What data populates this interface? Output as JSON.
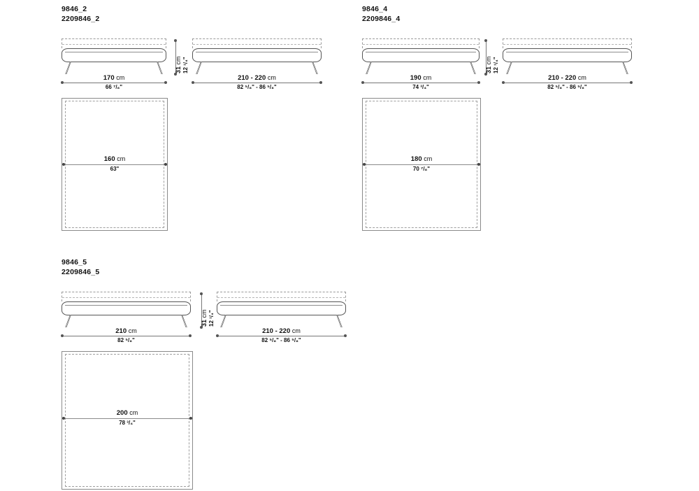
{
  "sheet": {
    "background": "#ffffff",
    "line_color": "#8a8a8a",
    "text_color": "#111111"
  },
  "groups": [
    {
      "id": "group-9846-2",
      "code_primary": "9846_2",
      "code_secondary": "2209846_2",
      "front_elevation": {
        "width_cm": "170 cm",
        "width_in": "66 ⁷/₈\"",
        "height_cm": "31 cm",
        "height_in": "12 ¹/₄\""
      },
      "side_elevation": {
        "width_cm": "210 - 220 cm",
        "width_in": "82 ⁵/₈\" - 86 ⁵/₈\""
      },
      "plan": {
        "depth_cm": "160 cm",
        "depth_in": "63\""
      }
    },
    {
      "id": "group-9846-4",
      "code_primary": "9846_4",
      "code_secondary": "2209846_4",
      "front_elevation": {
        "width_cm": "190 cm",
        "width_in": "74 ³/₄\"",
        "height_cm": "31 cm",
        "height_in": "12 ¹/₄\""
      },
      "side_elevation": {
        "width_cm": "210 - 220 cm",
        "width_in": "82 ⁵/₈\" - 86 ⁵/₈\""
      },
      "plan": {
        "depth_cm": "180 cm",
        "depth_in": "70 ⁷/₈\""
      }
    },
    {
      "id": "group-9846-5",
      "code_primary": "9846_5",
      "code_secondary": "2209846_5",
      "front_elevation": {
        "width_cm": "210 cm",
        "width_in": "82 ⁵/₈\"",
        "height_cm": "31 cm",
        "height_in": "12 ¹/₄\""
      },
      "side_elevation": {
        "width_cm": "210 - 220 cm",
        "width_in": "82 ⁵/₈\" - 86 ⁵/₈\""
      },
      "plan": {
        "depth_cm": "200 cm",
        "depth_in": "78 ³/₄\""
      }
    }
  ]
}
